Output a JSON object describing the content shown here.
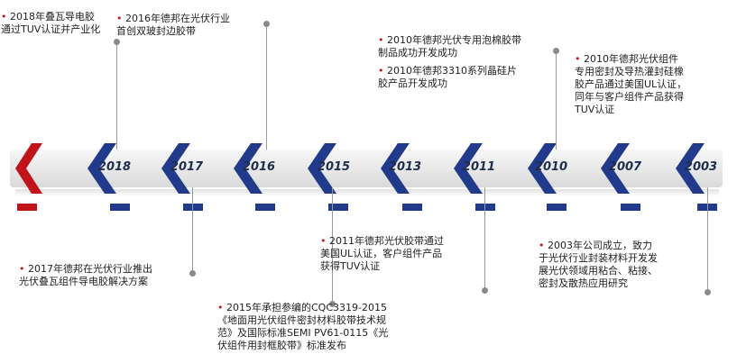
{
  "colors": {
    "accent_blue": "#223a8c",
    "accent_red": "#c0141a",
    "line": "#9a9a9a"
  },
  "timeline": {
    "years": [
      "2003",
      "2007",
      "2010",
      "2011",
      "2013",
      "2015",
      "2016",
      "2017",
      "2018"
    ]
  },
  "events": {
    "e2003": [
      "2003年公司成立，致力",
      "于光伏行业封装材料开发发",
      "展光伏领域用粘合、粘接、",
      "密封及散热应用研究"
    ],
    "e2010a": [
      "2010年德邦光伏组件",
      "专用密封及导热灌封硅橡",
      "胶产品通过美国UL认证，",
      "同年与客户组件产品获得",
      "TUV认证"
    ],
    "e2010b": [
      "2010年德邦光伏专用泡棉胶带",
      "制品成功开发成功"
    ],
    "e2010c": [
      "2010年德邦3310系列晶硅片",
      "胶产品开发成功"
    ],
    "e2011": [
      "2011年德邦光伏胶带通过",
      "美国UL认证，客户组件产品",
      "获得TUV认证"
    ],
    "e2015": [
      "2015年承担参编的CQC3319-2015",
      "《地面用光伏组件密封材料胶带技术规",
      "范》及国际标准SEMI PV61-0115《光",
      "伏组件用封框胶带》标准发布"
    ],
    "e2016": [
      "2016年德邦在光伏行业",
      "首创双玻封边胶带"
    ],
    "e2017": [
      "2017年德邦在光伏行业推出",
      "光伏叠瓦组件导电胶解决方案"
    ],
    "e2018": [
      "2018年叠瓦导电胶",
      "通过TUV认证并产业化"
    ]
  }
}
